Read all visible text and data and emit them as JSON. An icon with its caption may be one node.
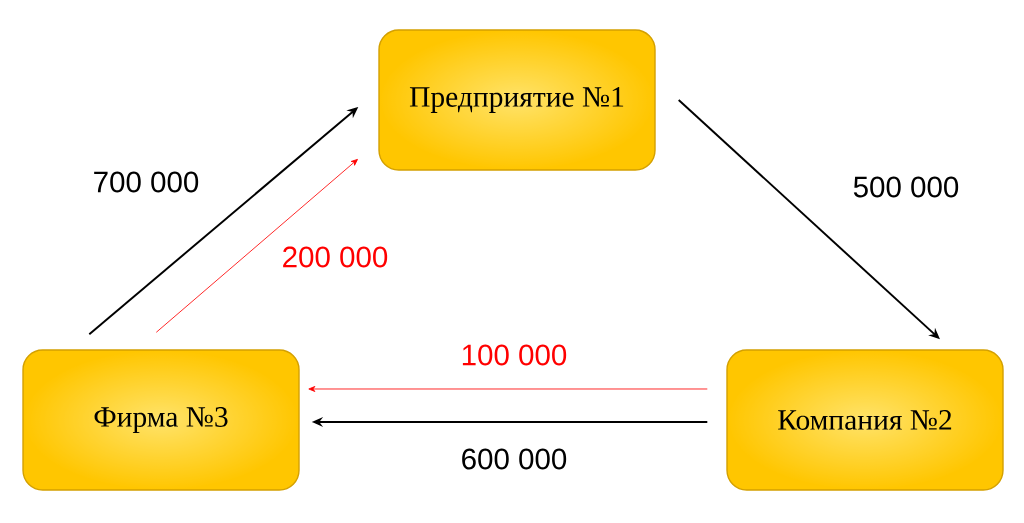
{
  "diagram": {
    "nodes": [
      {
        "text": [
          "Предприятие №1"
        ]
      },
      {
        "text": [
          "Фирма №3"
        ]
      },
      {
        "text": [
          "Компания №2"
        ]
      }
    ],
    "edges": [
      {
        "from": 1,
        "to": 0,
        "arrow": "to",
        "label": "700 000"
      },
      {
        "from": 0,
        "to": 2,
        "arrow": "to",
        "label": "500 000"
      },
      {
        "from": 1,
        "to": 0,
        "arrow": "to",
        "label": "200 000",
        "color": "#ff0000"
      },
      {
        "from": 2,
        "to": 1,
        "arrow": "to",
        "label": "100 000",
        "color": "#ff0000"
      },
      {
        "from": 2,
        "to": 1,
        "arrow": "to",
        "label": "600 000"
      }
    ]
  }
}
